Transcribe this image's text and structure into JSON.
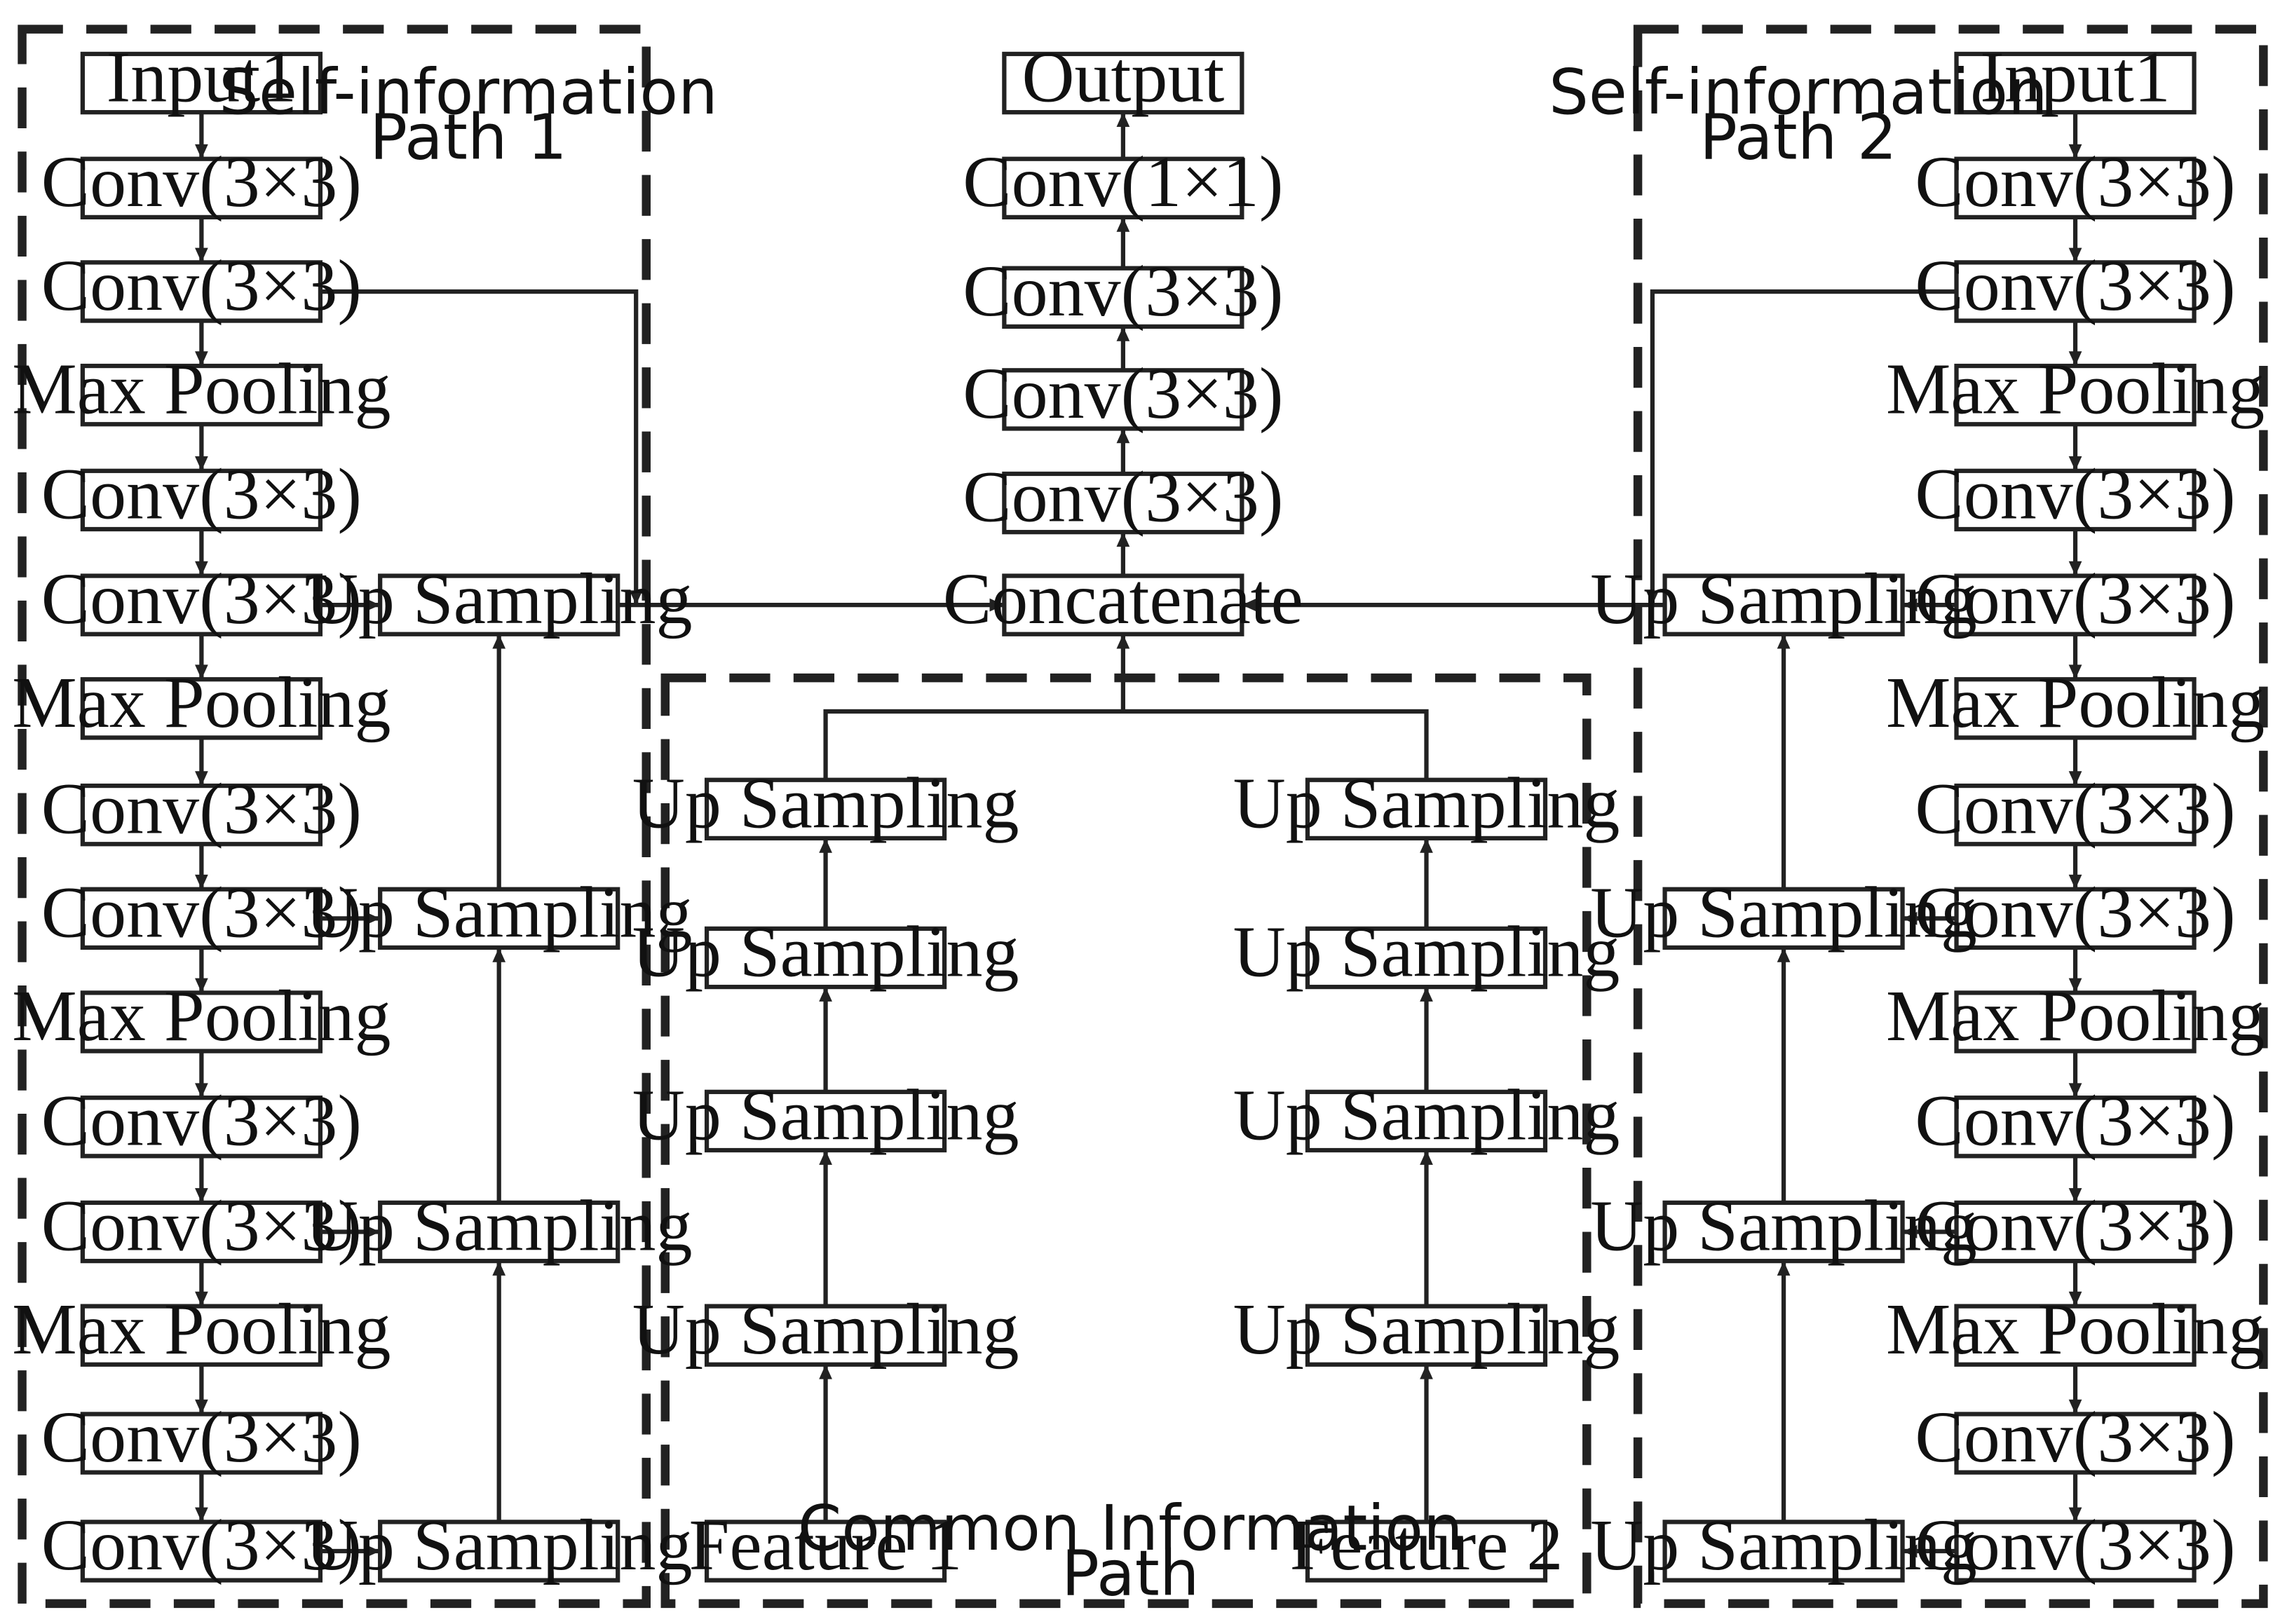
{
  "output": "Output",
  "concatenate": "Concatenate",
  "center_convs": [
    "Conv(1×1)",
    "Conv(3×3)",
    "Conv(3×3)",
    "Conv(3×3)"
  ],
  "path1": {
    "label_line1": "Self-information",
    "label_line2": "Path 1",
    "encoder": [
      "Input1",
      "Conv(3×3)",
      "Conv(3×3)",
      "Max Pooling",
      "Conv(3×3)",
      "Conv(3×3)",
      "Max Pooling",
      "Conv(3×3)",
      "Conv(3×3)",
      "Max Pooling",
      "Conv(3×3)",
      "Conv(3×3)",
      "Max Pooling",
      "Conv(3×3)",
      "Conv(3×3)"
    ],
    "upsampling": [
      "Up Sampling",
      "Up Sampling",
      "Up Sampling",
      "Up Sampling"
    ]
  },
  "path2": {
    "label_line1": "Self-information",
    "label_line2": "Path 2",
    "encoder": [
      "Input1",
      "Conv(3×3)",
      "Conv(3×3)",
      "Max Pooling",
      "Conv(3×3)",
      "Conv(3×3)",
      "Max Pooling",
      "Conv(3×3)",
      "Conv(3×3)",
      "Max Pooling",
      "Conv(3×3)",
      "Conv(3×3)",
      "Max Pooling",
      "Conv(3×3)",
      "Conv(3×3)"
    ],
    "upsampling": [
      "Up Sampling",
      "Up Sampling",
      "Up Sampling",
      "Up Sampling"
    ]
  },
  "common": {
    "label_line1": "Common Information",
    "label_line2": "Path",
    "left_upsampling": [
      "Up Sampling",
      "Up Sampling",
      "Up Sampling",
      "Up Sampling"
    ],
    "right_upsampling": [
      "Up Sampling",
      "Up Sampling",
      "Up Sampling",
      "Up Sampling"
    ],
    "feature_left": "Feature 1",
    "feature_right": "Feature 2"
  }
}
